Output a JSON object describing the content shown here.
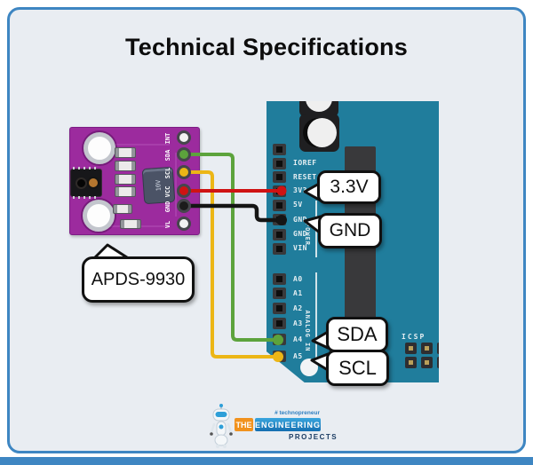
{
  "title": "Technical Specifications",
  "colors": {
    "frame_border": "#3e86c2",
    "canvas_bg": "#e9edf2",
    "board_teal": "#207d9c",
    "module_purple": "#9c2b9e"
  },
  "sensor_module": {
    "callout_label": "APDS-9930",
    "pins": [
      "INT",
      "SDA",
      "SCL",
      "VCC",
      "GND",
      "VL"
    ],
    "pin_dot_colors": [
      "#f2f2f2",
      "#5ca33c",
      "#ecb616",
      "#cf1313",
      "#1b1b1b",
      "#f2f2f2"
    ],
    "capacitor_label": "10V"
  },
  "arduino_board": {
    "power_pin_labels": [
      "IOREF",
      "RESET",
      "3V3",
      "5V",
      "GND",
      "GND",
      "VIN"
    ],
    "power_section_label": "POWER",
    "analog_pin_labels": [
      "A0",
      "A1",
      "A2",
      "A3",
      "A4",
      "A5"
    ],
    "analog_section_label": "ANALOG IN",
    "icsp_label": "ICSP"
  },
  "callouts": {
    "v33": "3.3V",
    "gnd": "GND",
    "sda": "SDA",
    "scl": "SCL"
  },
  "wires": {
    "vcc": "#cf1313",
    "gnd": "#151515",
    "sda": "#5ca33c",
    "scl": "#ecb616"
  },
  "footer_logo": {
    "tagline": "# technopreneur",
    "word_the": "THE",
    "word_engineering": "ENGINEERING",
    "word_projects": "PROJECTS"
  }
}
